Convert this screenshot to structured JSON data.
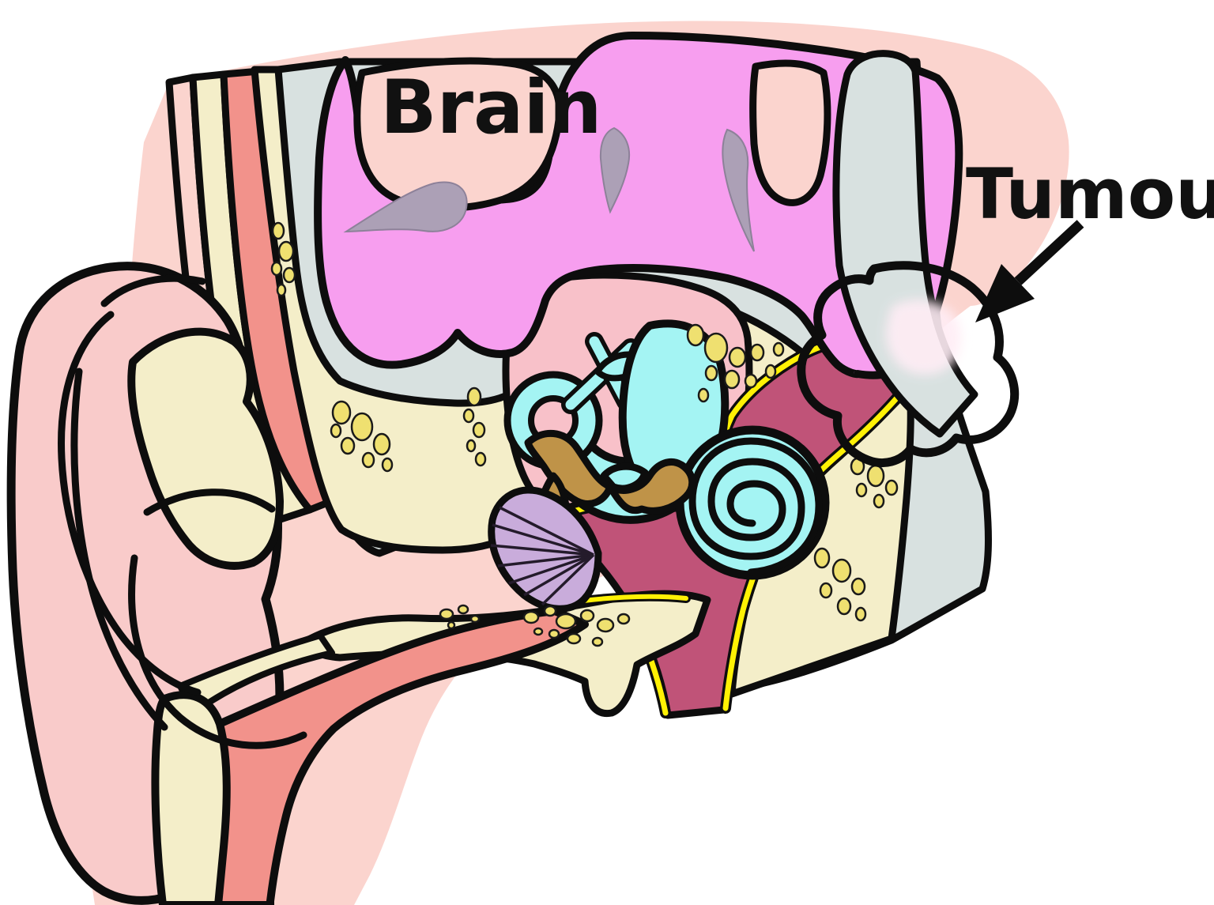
{
  "figure": {
    "type": "anatomical-diagram",
    "subject": "Cross-section of the human ear and brain showing an acoustic tumour"
  },
  "labels": {
    "brain": "Brain",
    "tumour": "Tumour"
  },
  "annotations": {
    "tumour_arrow": "arrow pointing from Tumour label to tumour mass"
  },
  "palette": {
    "outline": "#0d0d0d",
    "skin": "#fbd4ce",
    "pinna": "#f9cbca",
    "canal": "#f2928b",
    "bone": "#f4eec9",
    "marrow": "#efe070",
    "csf": "#d8e1e0",
    "brain": "#f79eef",
    "sulcus": "#aca0b6",
    "labyrinth": "#a4f4f3",
    "labpink": "#f8c1c9",
    "cavity": "#c05378",
    "nerve": "#fff104",
    "ossicle": "#bf9348",
    "drum": "#c9acdb",
    "tumour_dark": "#f2107c",
    "tumour_mid": "#f972ac",
    "tumour_highlight": "#ffedf5"
  }
}
